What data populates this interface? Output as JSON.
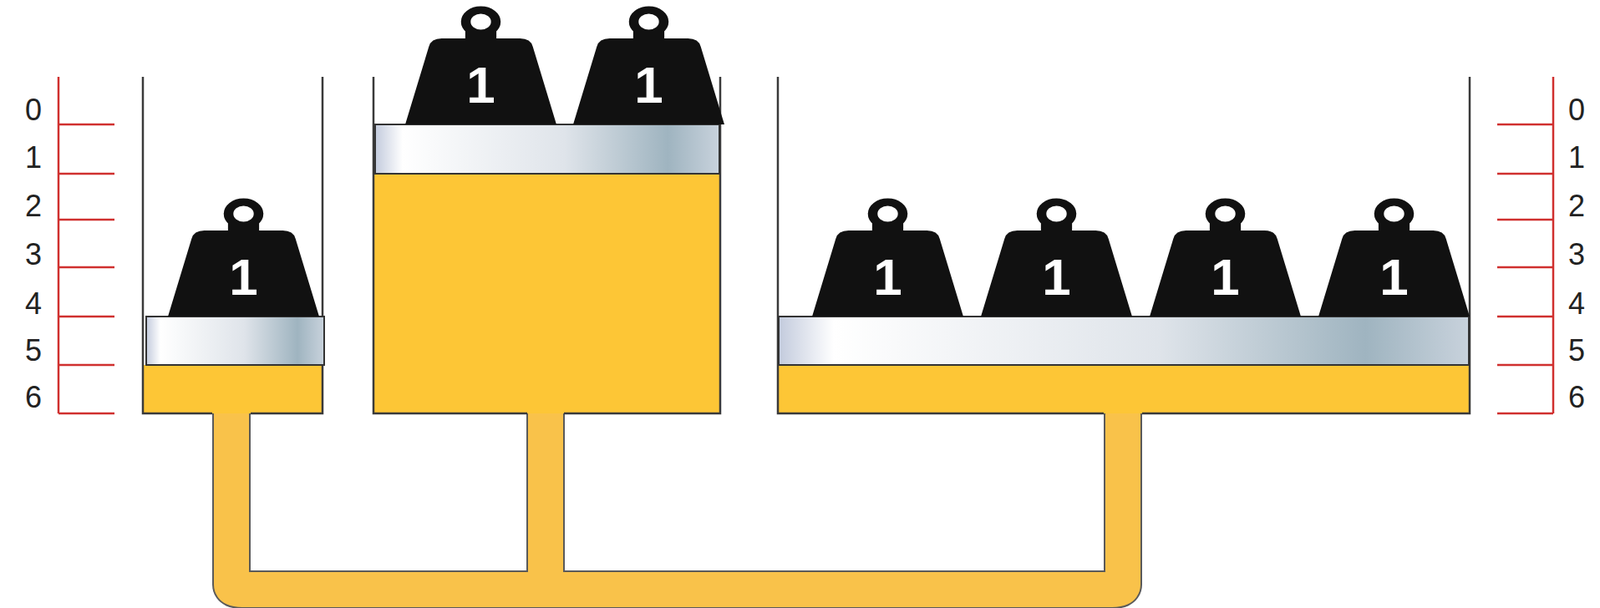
{
  "diagram": {
    "nodes": [
      {
        "text": [
          "1"
        ]
      },
      {
        "text": [
          "1"
        ]
      },
      {
        "text": [
          "1"
        ]
      },
      {
        "text": [
          "1"
        ]
      },
      {
        "text": [
          "1"
        ]
      },
      {
        "text": [
          "1"
        ]
      },
      {
        "text": [
          "1"
        ]
      }
    ],
    "labels": [
      "0",
      "1",
      "2",
      "3",
      "4",
      "5",
      "6",
      "0",
      "1",
      "2",
      "3",
      "4",
      "5",
      "6"
    ]
  }
}
